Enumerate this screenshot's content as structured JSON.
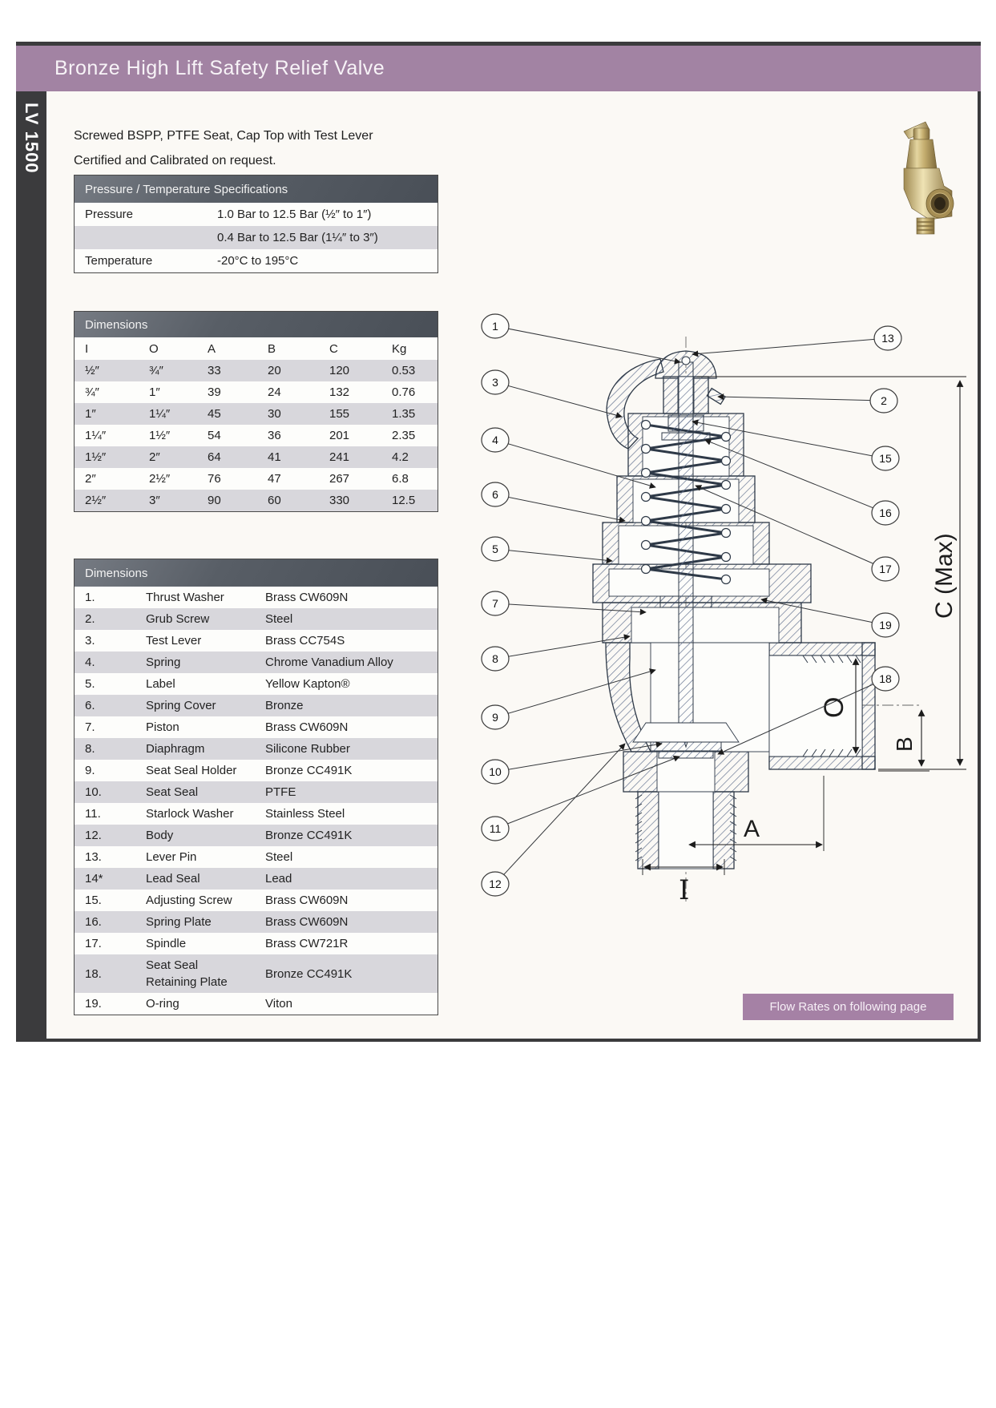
{
  "page": {
    "code": "LV 1500",
    "title": "Bronze High Lift Safety Relief Valve",
    "description_line1": "Screwed BSPP, PTFE Seat, Cap Top with Test Lever",
    "description_line2": "Certified and Calibrated on request.",
    "footer_badge": "Flow Rates on following page"
  },
  "colors": {
    "header_purple": "#a283a3",
    "badge_purple": "#a581a5",
    "table_header_slate": "#4e545c",
    "row_alt_gray": "#d8d7dc",
    "frame_dark": "#3b3b3d"
  },
  "spec_table": {
    "title": "Pressure / Temperature Specifications",
    "rows": [
      {
        "label": "Pressure",
        "value": "1.0 Bar to 12.5 Bar (½″ to 1″)"
      },
      {
        "label": "",
        "value": "0.4 Bar to 12.5 Bar (1¼″ to 3″)"
      },
      {
        "label": "Temperature",
        "value": "-20°C to 195°C"
      }
    ]
  },
  "dimensions_table": {
    "title": "Dimensions",
    "columns": [
      "I",
      "O",
      "A",
      "B",
      "C",
      "Kg"
    ],
    "rows": [
      [
        "½″",
        "¾″",
        "33",
        "20",
        "120",
        "0.53"
      ],
      [
        "¾″",
        "1″",
        "39",
        "24",
        "132",
        "0.76"
      ],
      [
        "1″",
        "1¼″",
        "45",
        "30",
        "155",
        "1.35"
      ],
      [
        "1¼″",
        "1½″",
        "54",
        "36",
        "201",
        "2.35"
      ],
      [
        "1½″",
        "2″",
        "64",
        "41",
        "241",
        "4.2"
      ],
      [
        "2″",
        "2½″",
        "76",
        "47",
        "267",
        "6.8"
      ],
      [
        "2½″",
        "3″",
        "90",
        "60",
        "330",
        "12.5"
      ]
    ]
  },
  "parts_table": {
    "title": "Dimensions",
    "rows": [
      [
        "1.",
        "Thrust Washer",
        "Brass CW609N"
      ],
      [
        "2.",
        "Grub Screw",
        "Steel"
      ],
      [
        "3.",
        "Test Lever",
        "Brass CC754S"
      ],
      [
        "4.",
        "Spring",
        "Chrome Vanadium Alloy"
      ],
      [
        "5.",
        "Label",
        "Yellow Kapton®"
      ],
      [
        "6.",
        "Spring Cover",
        "Bronze"
      ],
      [
        "7.",
        "Piston",
        "Brass CW609N"
      ],
      [
        "8.",
        "Diaphragm",
        "Silicone Rubber"
      ],
      [
        "9.",
        "Seat Seal Holder",
        "Bronze CC491K"
      ],
      [
        "10.",
        "Seat Seal",
        "PTFE"
      ],
      [
        "11.",
        "Starlock Washer",
        "Stainless Steel"
      ],
      [
        "12.",
        "Body",
        "Bronze CC491K"
      ],
      [
        "13.",
        "Lever Pin",
        "Steel"
      ],
      [
        "14*",
        "Lead Seal",
        "Lead"
      ],
      [
        "15.",
        "Adjusting Screw",
        "Brass CW609N"
      ],
      [
        "16.",
        "Spring Plate",
        "Brass CW609N"
      ],
      [
        "17.",
        "Spindle",
        "Brass CW721R"
      ],
      [
        "18.",
        "Seat Seal\nRetaining Plate",
        "Bronze CC491K"
      ],
      [
        "19.",
        "O-ring",
        "Viton"
      ]
    ]
  },
  "diagram": {
    "callouts_left": [
      "1",
      "3",
      "4",
      "6",
      "5",
      "7",
      "8",
      "9",
      "10",
      "11",
      "12"
    ],
    "callouts_right": [
      "13",
      "2",
      "15",
      "16",
      "17",
      "19",
      "18"
    ],
    "dimension_labels": {
      "c": "C (Max)",
      "o": "O",
      "b": "B",
      "a": "A",
      "i": "I"
    }
  }
}
